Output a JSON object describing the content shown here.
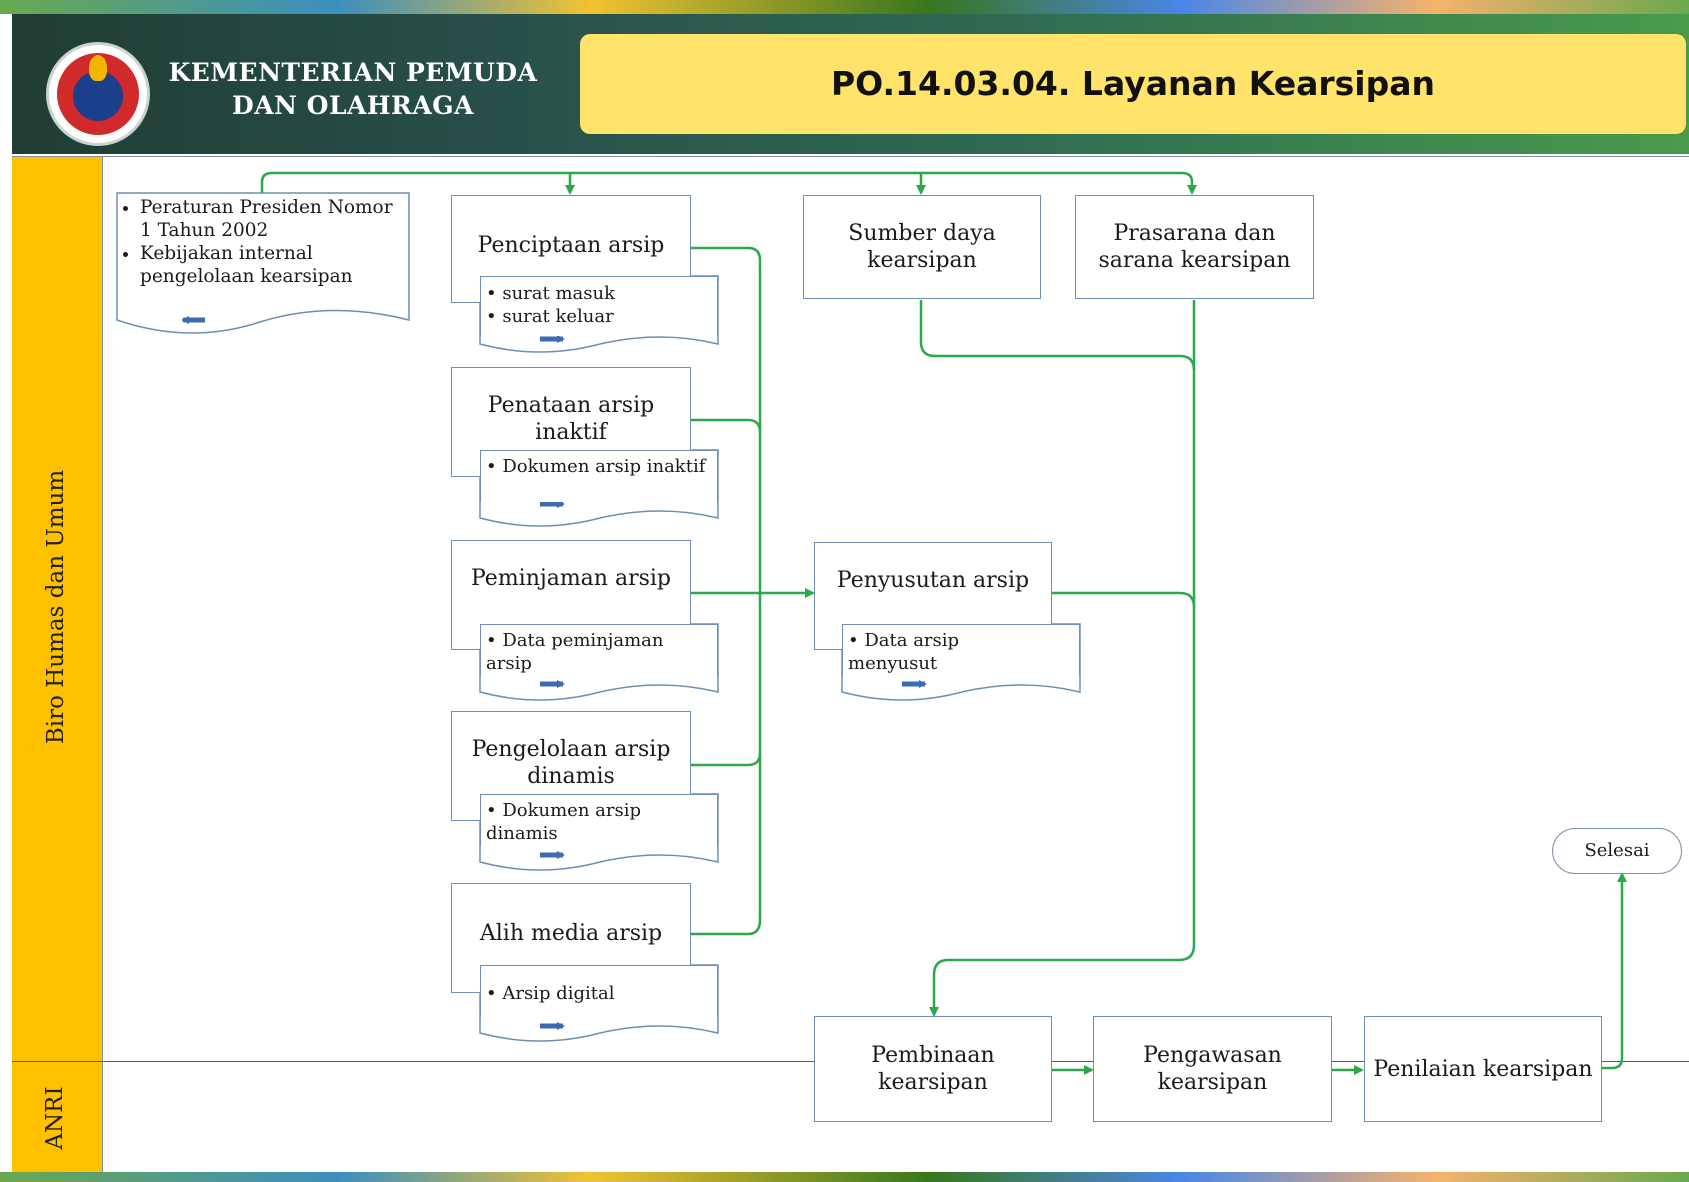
{
  "header": {
    "ministry_line1": "KEMENTERIAN PEMUDA",
    "ministry_line2": "DAN OLAHRAGA",
    "title": "PO.14.03.04.  Layanan Kearsipan",
    "logo_icon": "ministry-emblem-icon"
  },
  "lanes": [
    {
      "name": "Biro Humas dan Umum"
    },
    {
      "name": "ANRI"
    }
  ],
  "references": {
    "items": [
      "Peraturan Presiden Nomor 1 Tahun 2002",
      "Kebijakan internal pengelolaan kearsipan"
    ]
  },
  "processes": {
    "penciptaan": "Penciptaan arsip",
    "penataan": "Penataan arsip inaktif",
    "peminjaman": "Peminjaman arsip",
    "pengelolaan": "Pengelolaan arsip dinamis",
    "alih_media": "Alih media arsip",
    "sumber_daya": "Sumber daya kearsipan",
    "prasarana": "Prasarana dan sarana kearsipan",
    "penyusutan": "Penyusutan arsip",
    "pembinaan": "Pembinaan kearsipan",
    "pengawasan": "Pengawasan kearsipan",
    "penilaian": "Penilaian kearsipan"
  },
  "documents": {
    "penciptaan": [
      "surat masuk",
      "surat keluar"
    ],
    "penataan": [
      "Dokumen arsip inaktif"
    ],
    "peminjaman": [
      "Data peminjaman arsip"
    ],
    "pengelolaan": [
      "Dokumen arsip dinamis"
    ],
    "alih_media": [
      "Arsip digital"
    ],
    "penyusutan": [
      "Data arsip menyusut"
    ]
  },
  "terminal": {
    "end": "Selesai"
  },
  "colors": {
    "connector": "#2aa84a",
    "box_border": "#6e8fb5",
    "lane_label": "#ffc000",
    "title_box": "#ffe36a",
    "doc_arrow": "#3d6bb3"
  }
}
